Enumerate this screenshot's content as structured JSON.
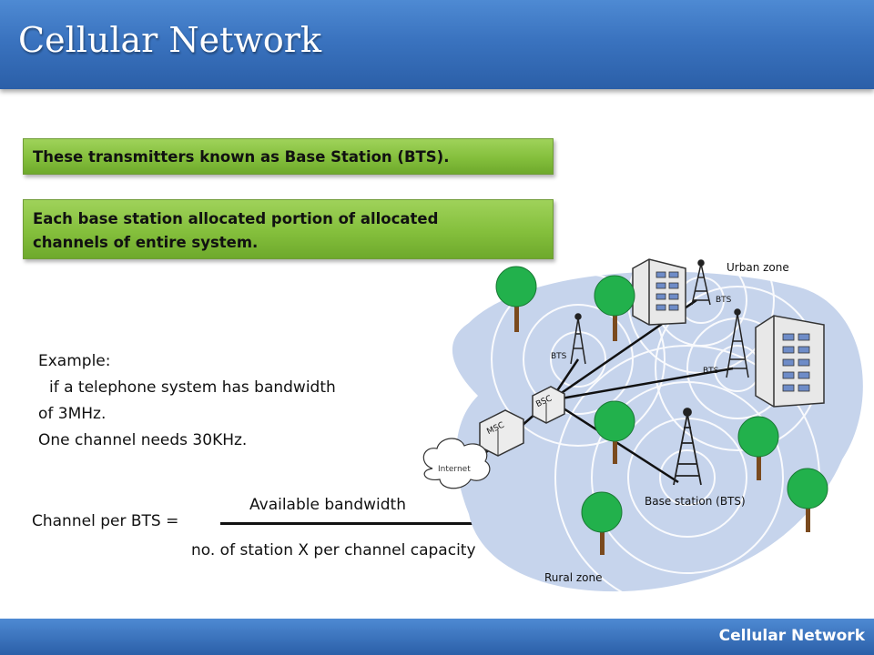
{
  "header": {
    "title": "Cellular Network"
  },
  "bullets": [
    "These transmitters known as Base Station (BTS).",
    "Each base station allocated portion of  allocated",
    "channels of entire system."
  ],
  "example": {
    "lines": [
      "Example:",
      "if a telephone system has bandwidth",
      "of 3MHz.",
      "One channel needs 30KHz."
    ]
  },
  "formula": {
    "label": "Channel per BTS =",
    "numerator": "Available bandwidth",
    "denominator": "no. of station X  per channel capacity"
  },
  "diagram": {
    "labels": {
      "urban": "Urban zone",
      "rural": "Rural zone",
      "bts": "BTS",
      "bsc": "BSC",
      "msc": "MSC",
      "internet": "Internet",
      "base_station": "Base station (BTS)"
    },
    "colors": {
      "coverage": "#c6d4ec",
      "tree": "#22b14c",
      "trunk": "#7a4a1e"
    }
  },
  "footer": {
    "text": "Cellular Network"
  }
}
